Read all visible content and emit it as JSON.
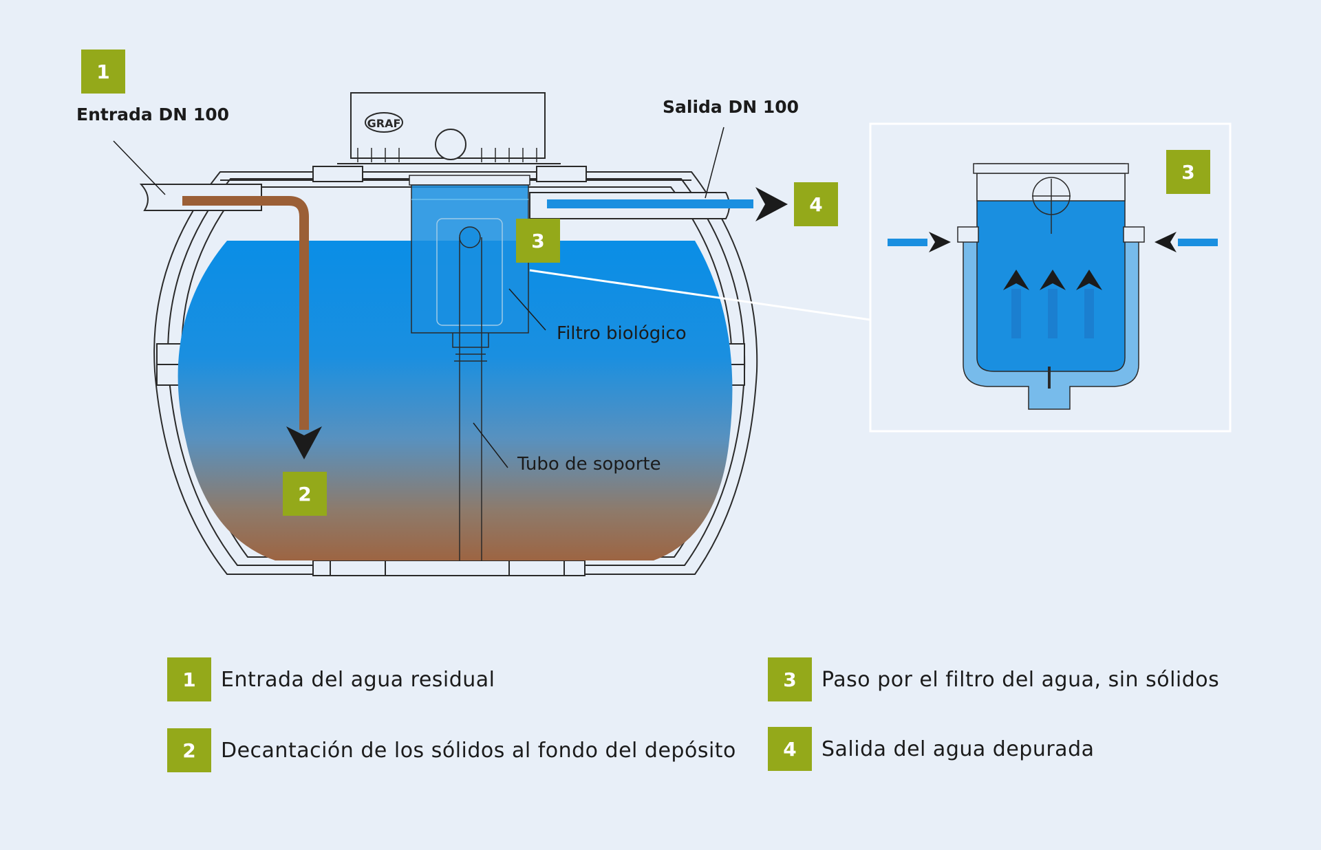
{
  "diagram": {
    "callouts": {
      "inlet": "Entrada DN 100",
      "outlet": "Salida DN 100",
      "filter": "Filtro biológico",
      "support_tube": "Tubo de soporte",
      "brand": "GRAF"
    },
    "badges": {
      "b1": "1",
      "b2": "2",
      "b3_main": "3",
      "b3_detail": "3",
      "b4": "4"
    }
  },
  "legend": [
    {
      "number": "1",
      "text": "Entrada del agua residual"
    },
    {
      "number": "2",
      "text": "Decantación de los sólidos al fondo del depósito"
    },
    {
      "number": "3",
      "text": "Paso por el filtro del agua, sin sólidos"
    },
    {
      "number": "4",
      "text": "Salida del agua depurada"
    }
  ],
  "colors": {
    "background": "#e8eff8",
    "badge": "#94a91a",
    "water": "#1a90e0",
    "sludge": "#9b5f36",
    "inlet_flow": "#9b5f36",
    "outlet_flow": "#1a8fe0",
    "arrow": "#1b1b1b"
  }
}
